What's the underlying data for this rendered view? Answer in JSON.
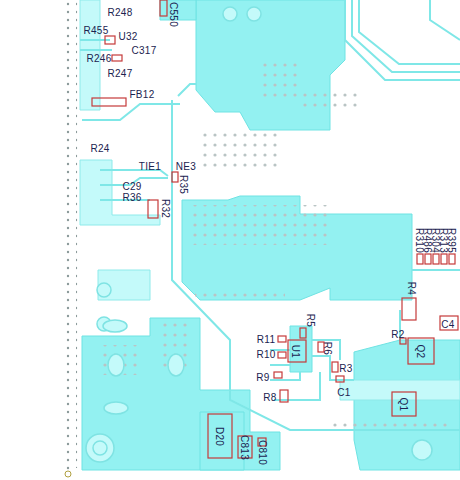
{
  "diagram": {
    "labels": [
      "C550",
      "R248",
      "R455",
      "U32",
      "C317",
      "R246",
      "R247",
      "FB12",
      "R24",
      "TIE1",
      "NE3",
      "R35",
      "C29",
      "R36",
      "R32",
      "R310",
      "R486",
      "R304",
      "R313",
      "R395",
      "R4",
      "C4",
      "R5",
      "R2",
      "R11",
      "U1",
      "R10",
      "R6",
      "Q2",
      "R3",
      "R9",
      "C1",
      "R8",
      "Q1",
      "D20",
      "C813",
      "C810"
    ]
  }
}
